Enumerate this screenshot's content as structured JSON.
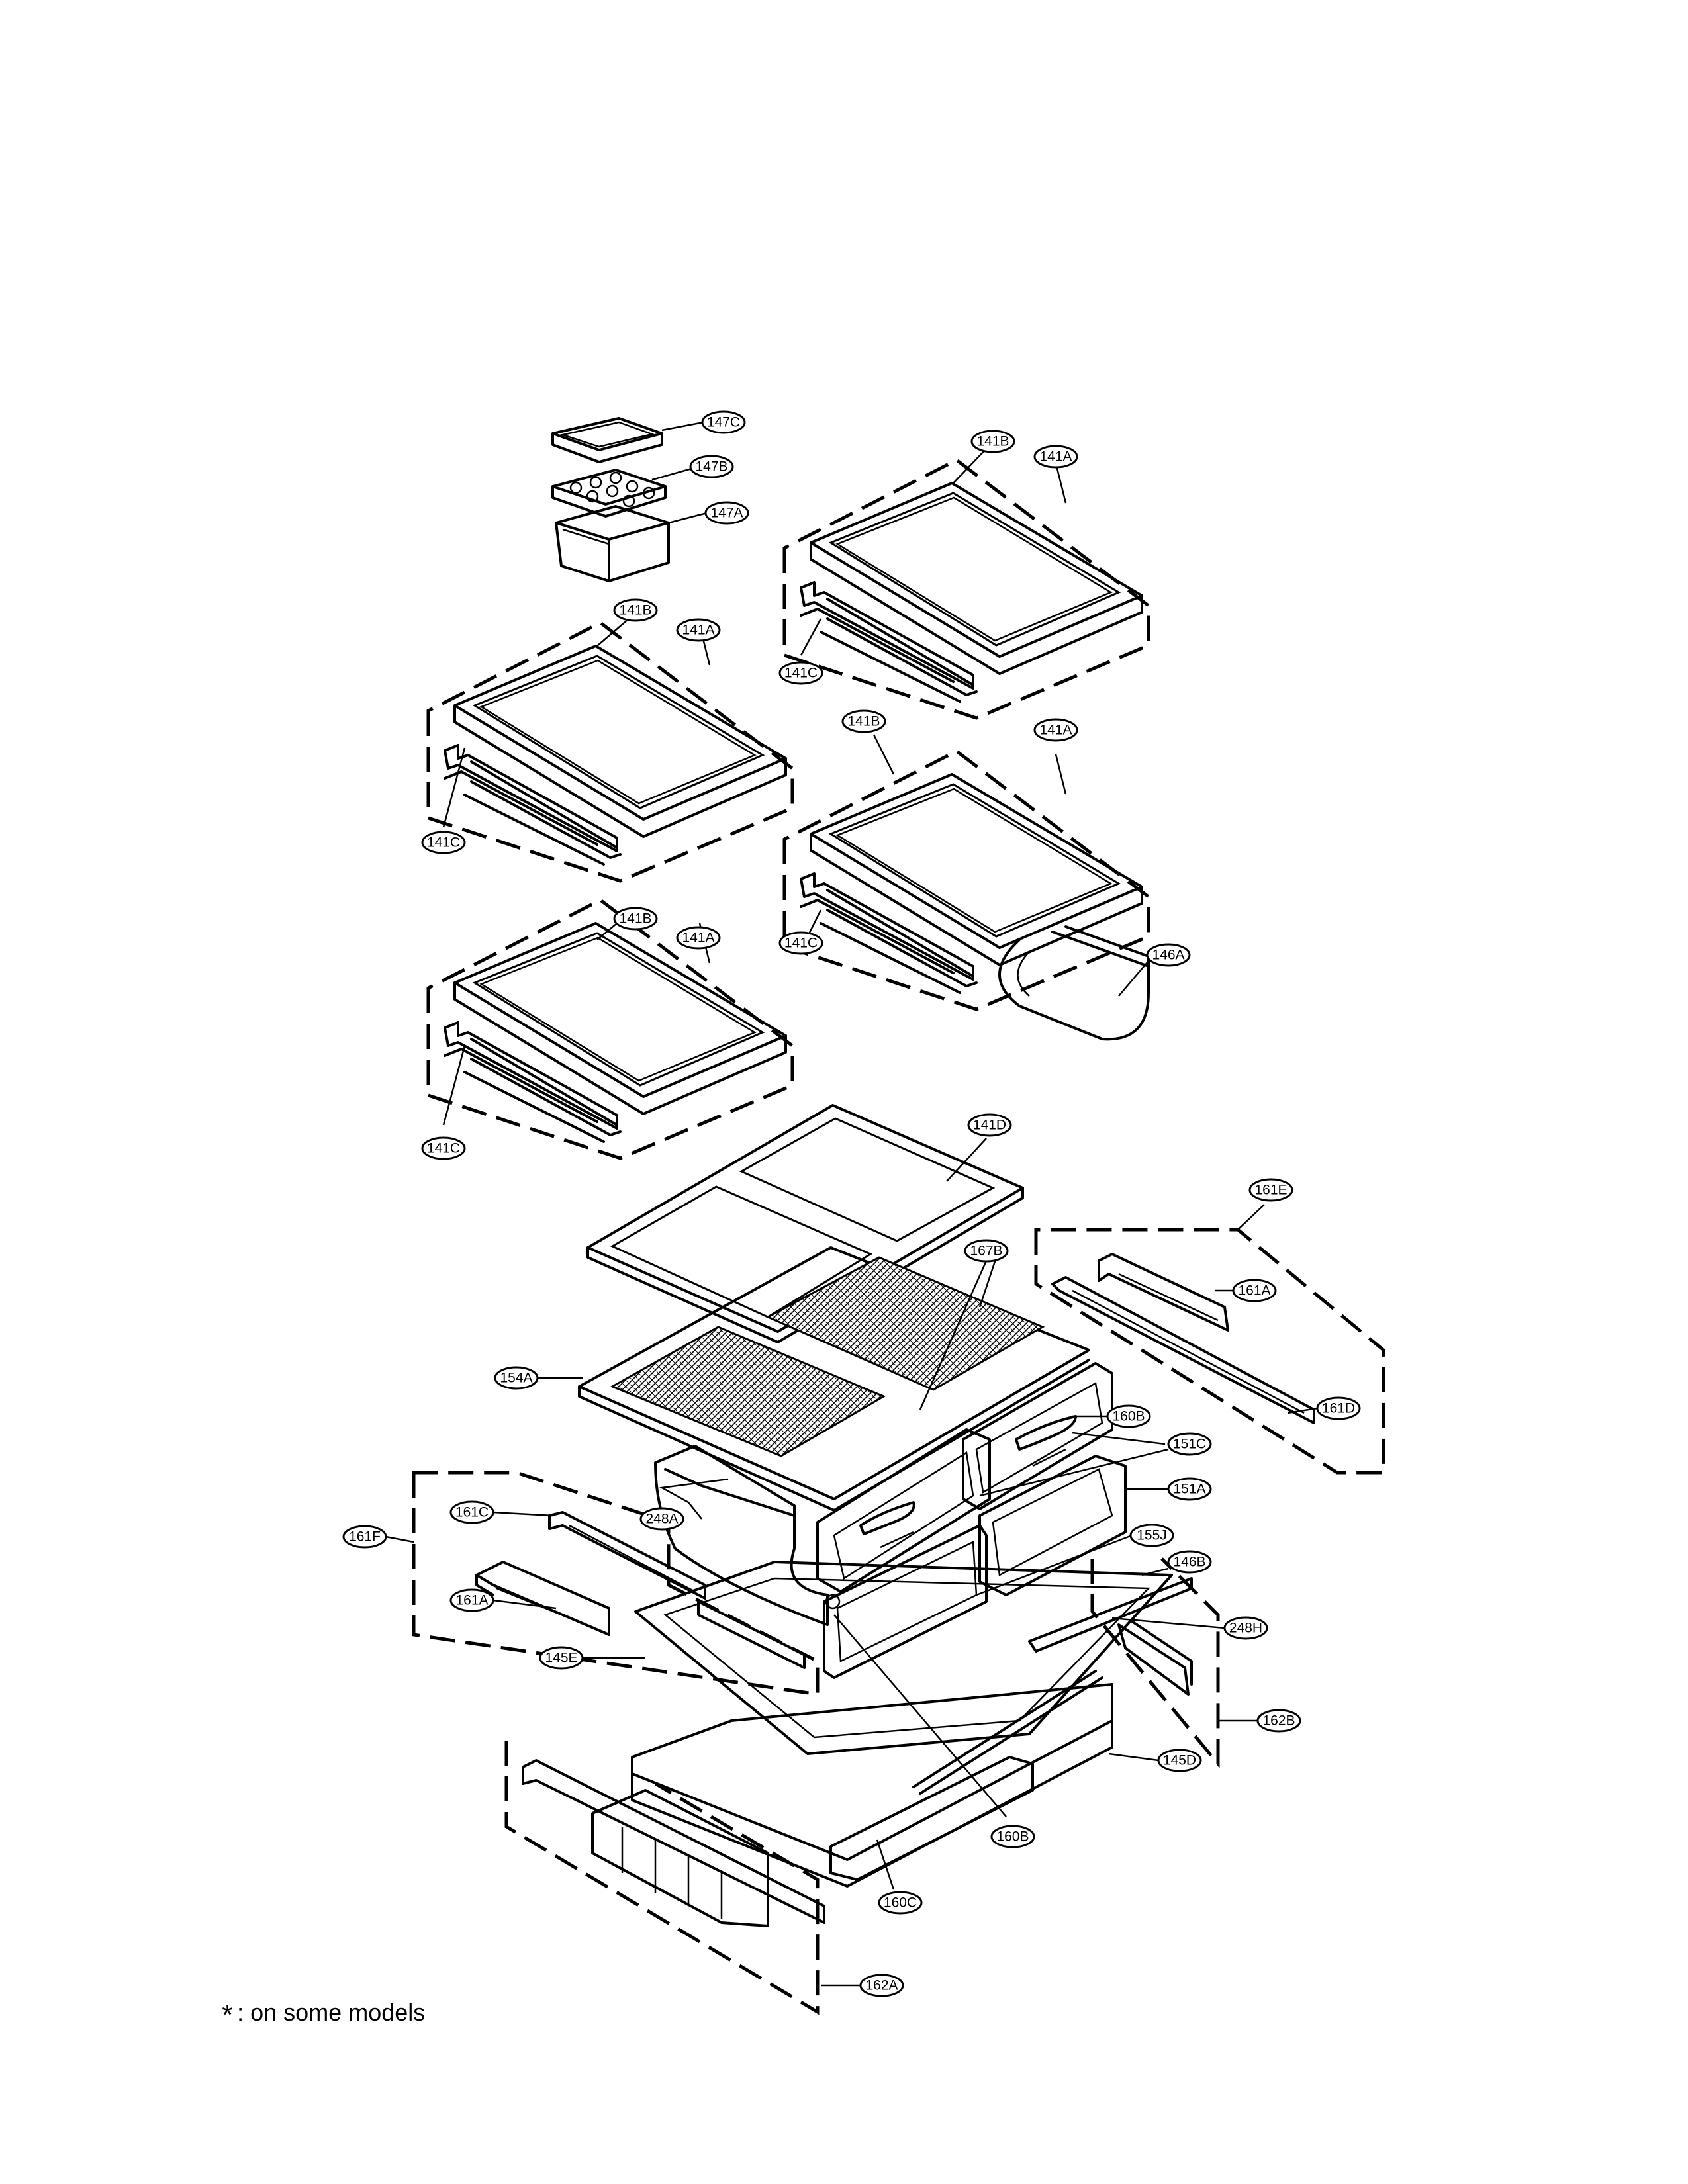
{
  "footnote": {
    "symbol": "*",
    "text": ": on some models"
  },
  "labels": {
    "c147C": "147C",
    "c147B": "147B",
    "c147A": "147A",
    "s1_141B": "141B",
    "s1_141A": "141A",
    "s1_141C": "141C",
    "s2_141B": "141B",
    "s2_141A": "141A",
    "s2_141C": "141C",
    "s3_141B": "141B",
    "s3_141A": "141A",
    "s3_141C": "141C",
    "s4_141B": "141B",
    "s4_141A": "141A",
    "s4_141C": "141C",
    "c146A": "146A",
    "c141D": "141D",
    "c161E": "161E",
    "c167B": "167B",
    "c161A_r": "161A",
    "c161D": "161D",
    "c154A": "154A",
    "c160B_r": "160B",
    "c151C": "151C",
    "c151A": "151A",
    "c248A": "248A",
    "c161C": "161C",
    "c161F": "161F",
    "c155J": "155J",
    "c146B": "146B",
    "c161A_l": "161A",
    "c248H": "248H",
    "c145E": "145E",
    "c162B": "162B",
    "c145D": "145D",
    "c160B_b": "160B",
    "c160C": "160C",
    "c162A": "162A"
  }
}
